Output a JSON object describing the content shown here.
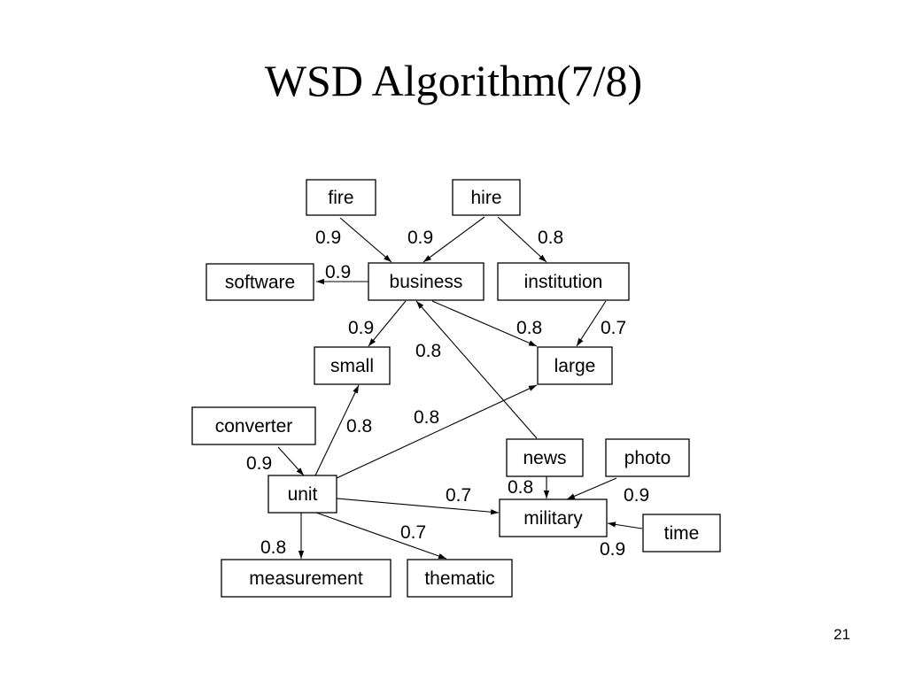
{
  "slide": {
    "title": "WSD Algorithm(7/8)",
    "page_number": "21"
  },
  "graph": {
    "nodes": [
      {
        "id": "fire",
        "label": "fire"
      },
      {
        "id": "hire",
        "label": "hire"
      },
      {
        "id": "software",
        "label": "software"
      },
      {
        "id": "business",
        "label": "business"
      },
      {
        "id": "institution",
        "label": "institution"
      },
      {
        "id": "small",
        "label": "small"
      },
      {
        "id": "large",
        "label": "large"
      },
      {
        "id": "converter",
        "label": "converter"
      },
      {
        "id": "news",
        "label": "news"
      },
      {
        "id": "photo",
        "label": "photo"
      },
      {
        "id": "unit",
        "label": "unit"
      },
      {
        "id": "military",
        "label": "military"
      },
      {
        "id": "time",
        "label": "time"
      },
      {
        "id": "measurement",
        "label": "measurement"
      },
      {
        "id": "thematic",
        "label": "thematic"
      }
    ],
    "edges": [
      {
        "from": "fire",
        "to": "business",
        "weight": "0.9"
      },
      {
        "from": "hire",
        "to": "business",
        "weight": "0.9"
      },
      {
        "from": "hire",
        "to": "institution",
        "weight": "0.8"
      },
      {
        "from": "business",
        "to": "software",
        "weight": "0.9"
      },
      {
        "from": "business",
        "to": "small",
        "weight": "0.9"
      },
      {
        "from": "business",
        "to": "large",
        "weight": "0.8"
      },
      {
        "from": "institution",
        "to": "large",
        "weight": "0.7"
      },
      {
        "from": "news",
        "to": "business",
        "weight": "0.8"
      },
      {
        "from": "converter",
        "to": "unit",
        "weight": "0.9"
      },
      {
        "from": "unit",
        "to": "small",
        "weight": "0.8"
      },
      {
        "from": "unit",
        "to": "large",
        "weight": "0.8"
      },
      {
        "from": "unit",
        "to": "military",
        "weight": "0.7"
      },
      {
        "from": "unit",
        "to": "measurement",
        "weight": "0.8"
      },
      {
        "from": "unit",
        "to": "thematic",
        "weight": "0.7"
      },
      {
        "from": "news",
        "to": "military",
        "weight": "0.8"
      },
      {
        "from": "photo",
        "to": "military",
        "weight": "0.9"
      },
      {
        "from": "time",
        "to": "military",
        "weight": "0.9"
      }
    ]
  }
}
